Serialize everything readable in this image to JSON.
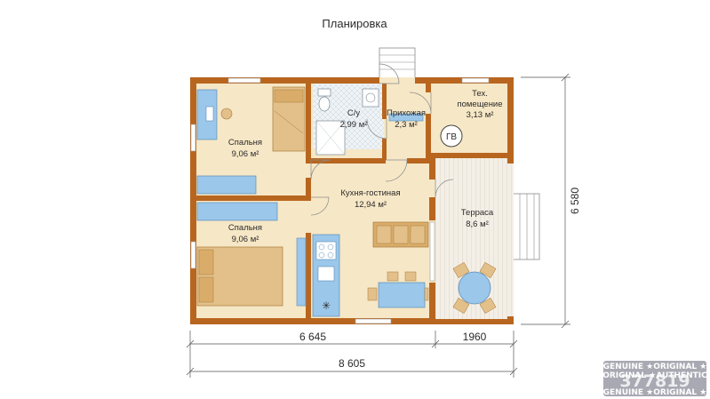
{
  "title": "Планировка",
  "rooms": {
    "bedroom_top": {
      "name": "Спальня",
      "area": "9,06 м²"
    },
    "bedroom_bottom": {
      "name": "Спальня",
      "area": "9,06 м²"
    },
    "bathroom": {
      "name": "С/у",
      "area": "2,99 м²"
    },
    "hallway": {
      "name": "Прихожая",
      "area": "2,3 м²"
    },
    "tech_room": {
      "name_line1": "Тех.",
      "name_line2": "помещение",
      "area": "3,13 м²"
    },
    "kitchen": {
      "name": "Кухня-гостиная",
      "area": "12,94 м²"
    },
    "terrace": {
      "name": "Терраса",
      "area": "8,6 м²"
    }
  },
  "boiler_label": "ГВ",
  "stove_symbol": "✳",
  "dimensions": {
    "house_width": "6 645",
    "terrace_width": "1960",
    "total_width": "8 605",
    "total_height": "6 580"
  },
  "watermark": {
    "line1": "GENUINE ★ORIGINAL ★",
    "line2": "ORIGINAL ★AUTHENTIC",
    "number": "377819",
    "line3": "GENUINE ★ORIGINAL ★"
  },
  "colors": {
    "wall": "#b8661f",
    "floor": "#f6e7c6",
    "terrace": "#f4efe6",
    "furniture": "#e3c08a",
    "blue": "#9bc7ea",
    "blue_dark": "#5a8db8",
    "dim_line": "#555555"
  }
}
